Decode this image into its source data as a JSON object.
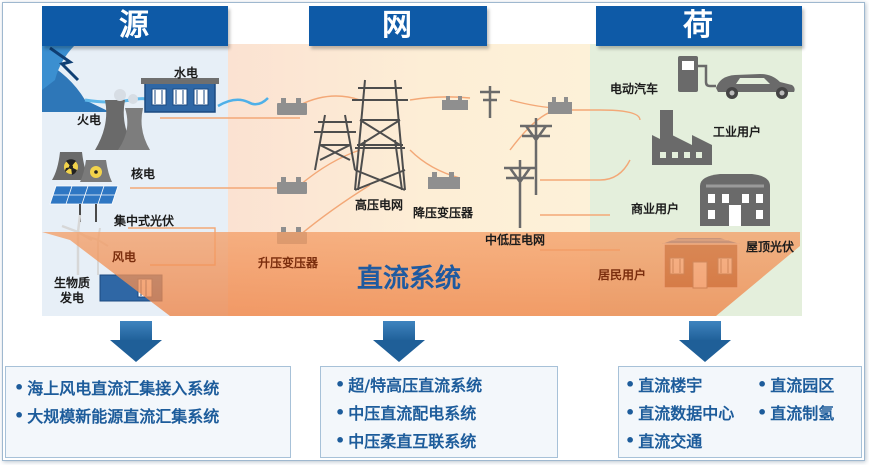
{
  "headers": {
    "source": "源",
    "grid": "网",
    "load": "荷"
  },
  "source_labels": {
    "hydro": "水电",
    "thermal": "火电",
    "nuclear": "核电",
    "solar": "集中式光伏",
    "wind": "风电",
    "biomass": "生物质\n发电"
  },
  "grid_labels": {
    "step_up": "升压变压器",
    "hv_grid": "高压电网",
    "step_down": "降压变压器",
    "mv_lv_grid": "中低压电网"
  },
  "load_labels": {
    "ev": "电动汽车",
    "industrial": "工业用户",
    "commercial": "商业用户",
    "residential": "居民用户",
    "rooftop_pv": "屋顶光伏"
  },
  "dc_system": "直流系统",
  "panels": {
    "source": [
      "海上风电直流汇集接入系统",
      "大规模新能源直流汇集系统"
    ],
    "grid": [
      "超/特高压直流系统",
      "中压直流配电系统",
      "中压柔直互联系统"
    ],
    "load_col1": [
      "直流楼宇",
      "直流数据中心",
      "直流交通"
    ],
    "load_col2": [
      "直流园区",
      "直流制氢"
    ]
  },
  "bullet": "•",
  "colors": {
    "header_blue": "#0e5aa7",
    "arrow_blue": "#2b6da6",
    "dc_band": "#f08a4b",
    "source_bg": "#e6eef6",
    "grid_bg_left": "#fbe5d6",
    "grid_bg_right": "#fdf0d5",
    "load_bg": "#e3efdb",
    "icon_gray": "#6f6f6f",
    "panel_text": "#1d5c9b"
  }
}
